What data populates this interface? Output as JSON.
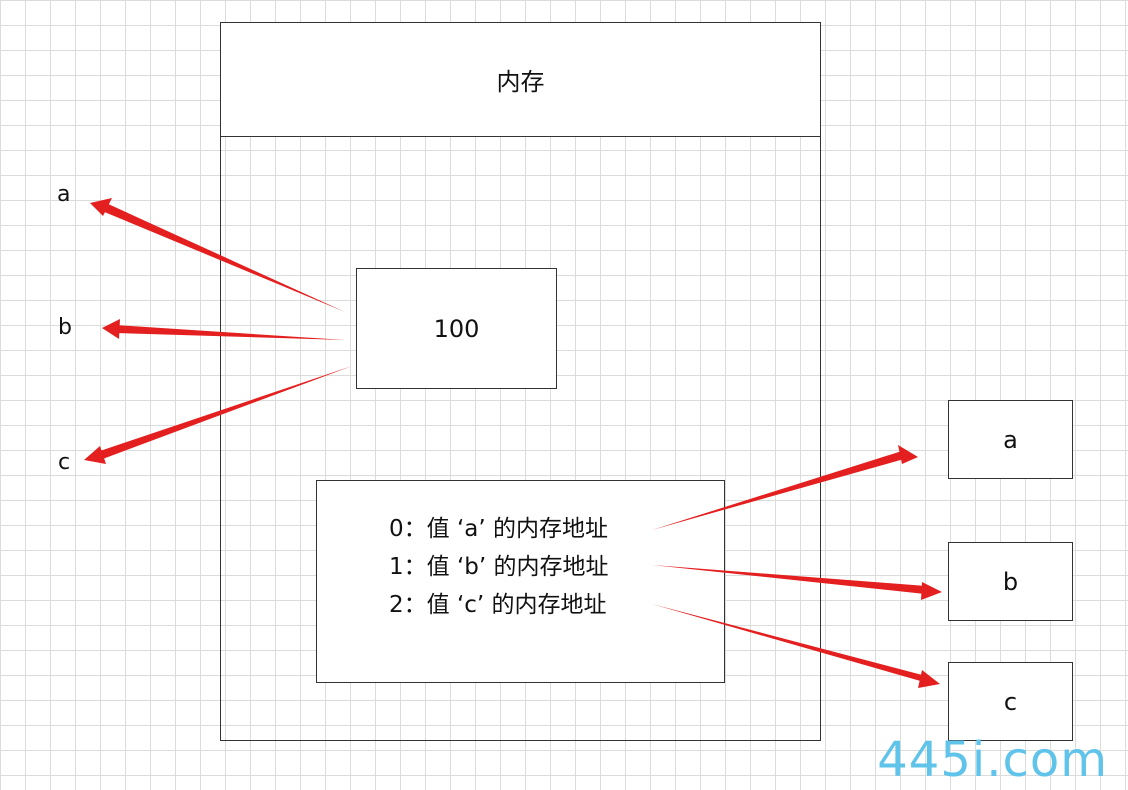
{
  "memory": {
    "title": "内存",
    "value": "100",
    "list": [
      "0：值 ‘a’ 的内存地址",
      "1：值 ‘b’ 的内存地址",
      "2：值 ‘c’ 的内存地址"
    ]
  },
  "variables": [
    "a",
    "b",
    "c"
  ],
  "targets": [
    "a",
    "b",
    "c"
  ],
  "watermark": "445i.com",
  "colors": {
    "arrow": "#e41f1f",
    "border": "#333333",
    "grid": "#dcdcdc",
    "watermark": "#5fc3ea"
  }
}
